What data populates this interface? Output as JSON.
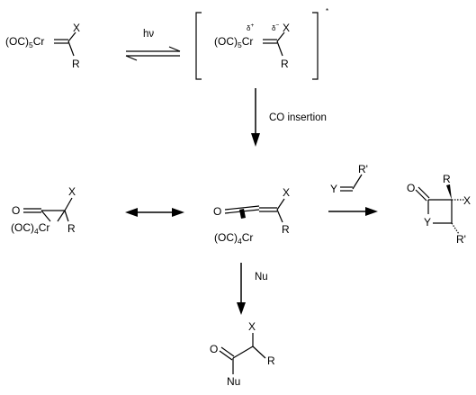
{
  "scheme": {
    "start": {
      "metal_fragment": "(OC)",
      "metal_count": "5",
      "metal": "Cr",
      "substituent_x": "X",
      "substituent_r": "R"
    },
    "equilibrium_label": "hν",
    "excited": {
      "metal_fragment": "(OC)",
      "metal_count": "5",
      "metal": "Cr",
      "substituent_x": "X",
      "substituent_r": "R",
      "charge_plus": "δ",
      "charge_plus_sign": "+",
      "charge_minus": "δ",
      "charge_minus_sign": "−",
      "excited_mark": "*"
    },
    "co_insertion_label": "CO insertion",
    "metallacycle": {
      "oxygen": "O",
      "metal_fragment": "(OC)",
      "metal_count": "4",
      "metal": "Cr",
      "substituent_x": "X",
      "substituent_r": "R"
    },
    "ketene_complex": {
      "oxygen": "O",
      "metal_fragment": "(OC)",
      "metal_count": "4",
      "metal": "Cr",
      "substituent_x": "X",
      "substituent_r": "R"
    },
    "reagent_imine": {
      "heteroatom": "Y",
      "substituent": "R'"
    },
    "beta_lactam": {
      "oxygen": "O",
      "ring_y": "Y",
      "substituent_r": "R",
      "substituent_x": "X",
      "substituent_r_prime": "R'"
    },
    "nucleophile_label": "Nu",
    "product": {
      "oxygen": "O",
      "nucleophile": "Nu",
      "substituent_x": "X",
      "substituent_r": "R"
    }
  }
}
